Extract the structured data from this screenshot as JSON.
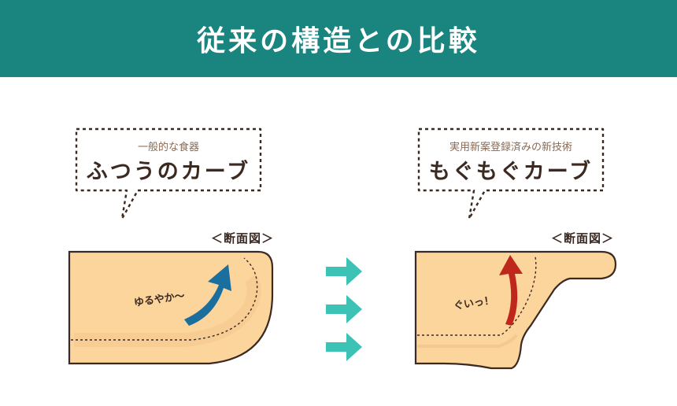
{
  "header": {
    "title": "従来の構造との比較",
    "color": "#1a847f"
  },
  "left": {
    "bubble_sub": "一般的な食器",
    "bubble_main": "ふつうのカーブ",
    "section_label": "＜断面図＞",
    "annotation": "ゆるやか～",
    "arrow_color": "#1b6f9e"
  },
  "right": {
    "bubble_sub": "実用新案登録済みの新技術",
    "bubble_main": "もぐもぐカーブ",
    "section_label": "＜断面図＞",
    "annotation": "ぐいっ！",
    "arrow_color": "#c0271c"
  },
  "center_arrows": {
    "count": 3,
    "color": "#3cc3b5"
  },
  "colors": {
    "dish_fill": "#fbd59c",
    "dish_shade": "#f5c890",
    "outline": "#3c2a22"
  }
}
